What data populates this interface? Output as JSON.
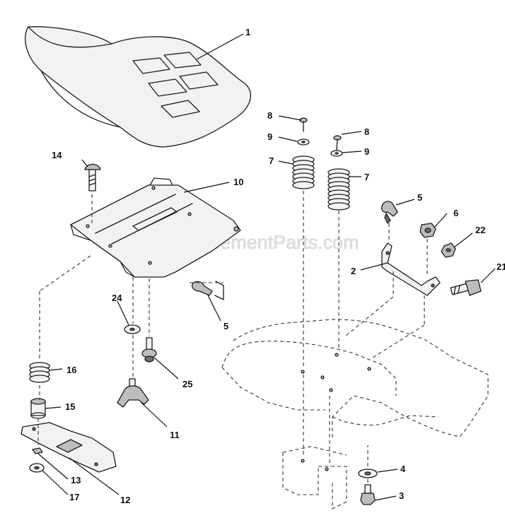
{
  "watermark": "eReplacementParts.com",
  "callouts": {
    "seat": "1",
    "bracket": "2",
    "bolt_bottom": "3",
    "washer_bottom": "4",
    "clip_right": "5",
    "clip_left": "5",
    "nut": "6",
    "spring_left": "7",
    "spring_right": "7",
    "screw_left": "8",
    "screw_right": "8",
    "washer_left": "9",
    "washer_right": "9",
    "pan": "10",
    "knob": "11",
    "plate": "12",
    "nut_small": "13",
    "carriage_bolt": "14",
    "spacer": "15",
    "spring_small": "16",
    "washer_small": "17",
    "shoulder_bolt": "21",
    "lock_nut": "22",
    "washer_flat": "24",
    "bolt_pivot": "25"
  }
}
